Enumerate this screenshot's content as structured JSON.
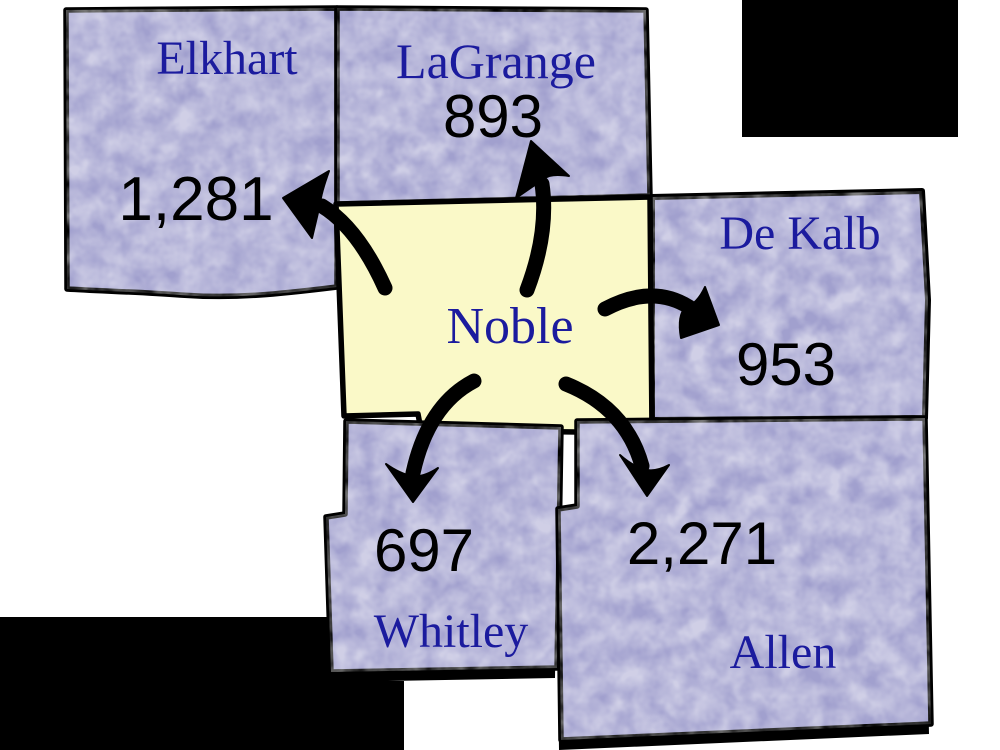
{
  "figure": {
    "kind": "county-commuting-flow-map",
    "focus_county": "Noble",
    "counties": [
      {
        "name": "Elkhart",
        "flow_value": "1,281",
        "position": "northwest"
      },
      {
        "name": "LaGrange",
        "flow_value": "893",
        "position": "north"
      },
      {
        "name": "De Kalb",
        "flow_value": "953",
        "position": "east"
      },
      {
        "name": "Whitley",
        "flow_value": "697",
        "position": "southwest"
      },
      {
        "name": "Allen",
        "flow_value": "2,271",
        "position": "southeast"
      }
    ],
    "arrows": [
      {
        "from": "Noble",
        "to": "Elkhart"
      },
      {
        "from": "Noble",
        "to": "LaGrange"
      },
      {
        "from": "Noble",
        "to": "De Kalb"
      },
      {
        "from": "Noble",
        "to": "Whitley"
      },
      {
        "from": "Noble",
        "to": "Allen"
      }
    ],
    "colors": {
      "neighbor_fill": "#a1a0ce",
      "focus_fill": "#faf9c8",
      "label_text": "#1b1b9e",
      "value_text": "#000000",
      "border": "#000000",
      "arrow": "#000000",
      "background": "#ffffff",
      "void_region": "#000000"
    }
  }
}
